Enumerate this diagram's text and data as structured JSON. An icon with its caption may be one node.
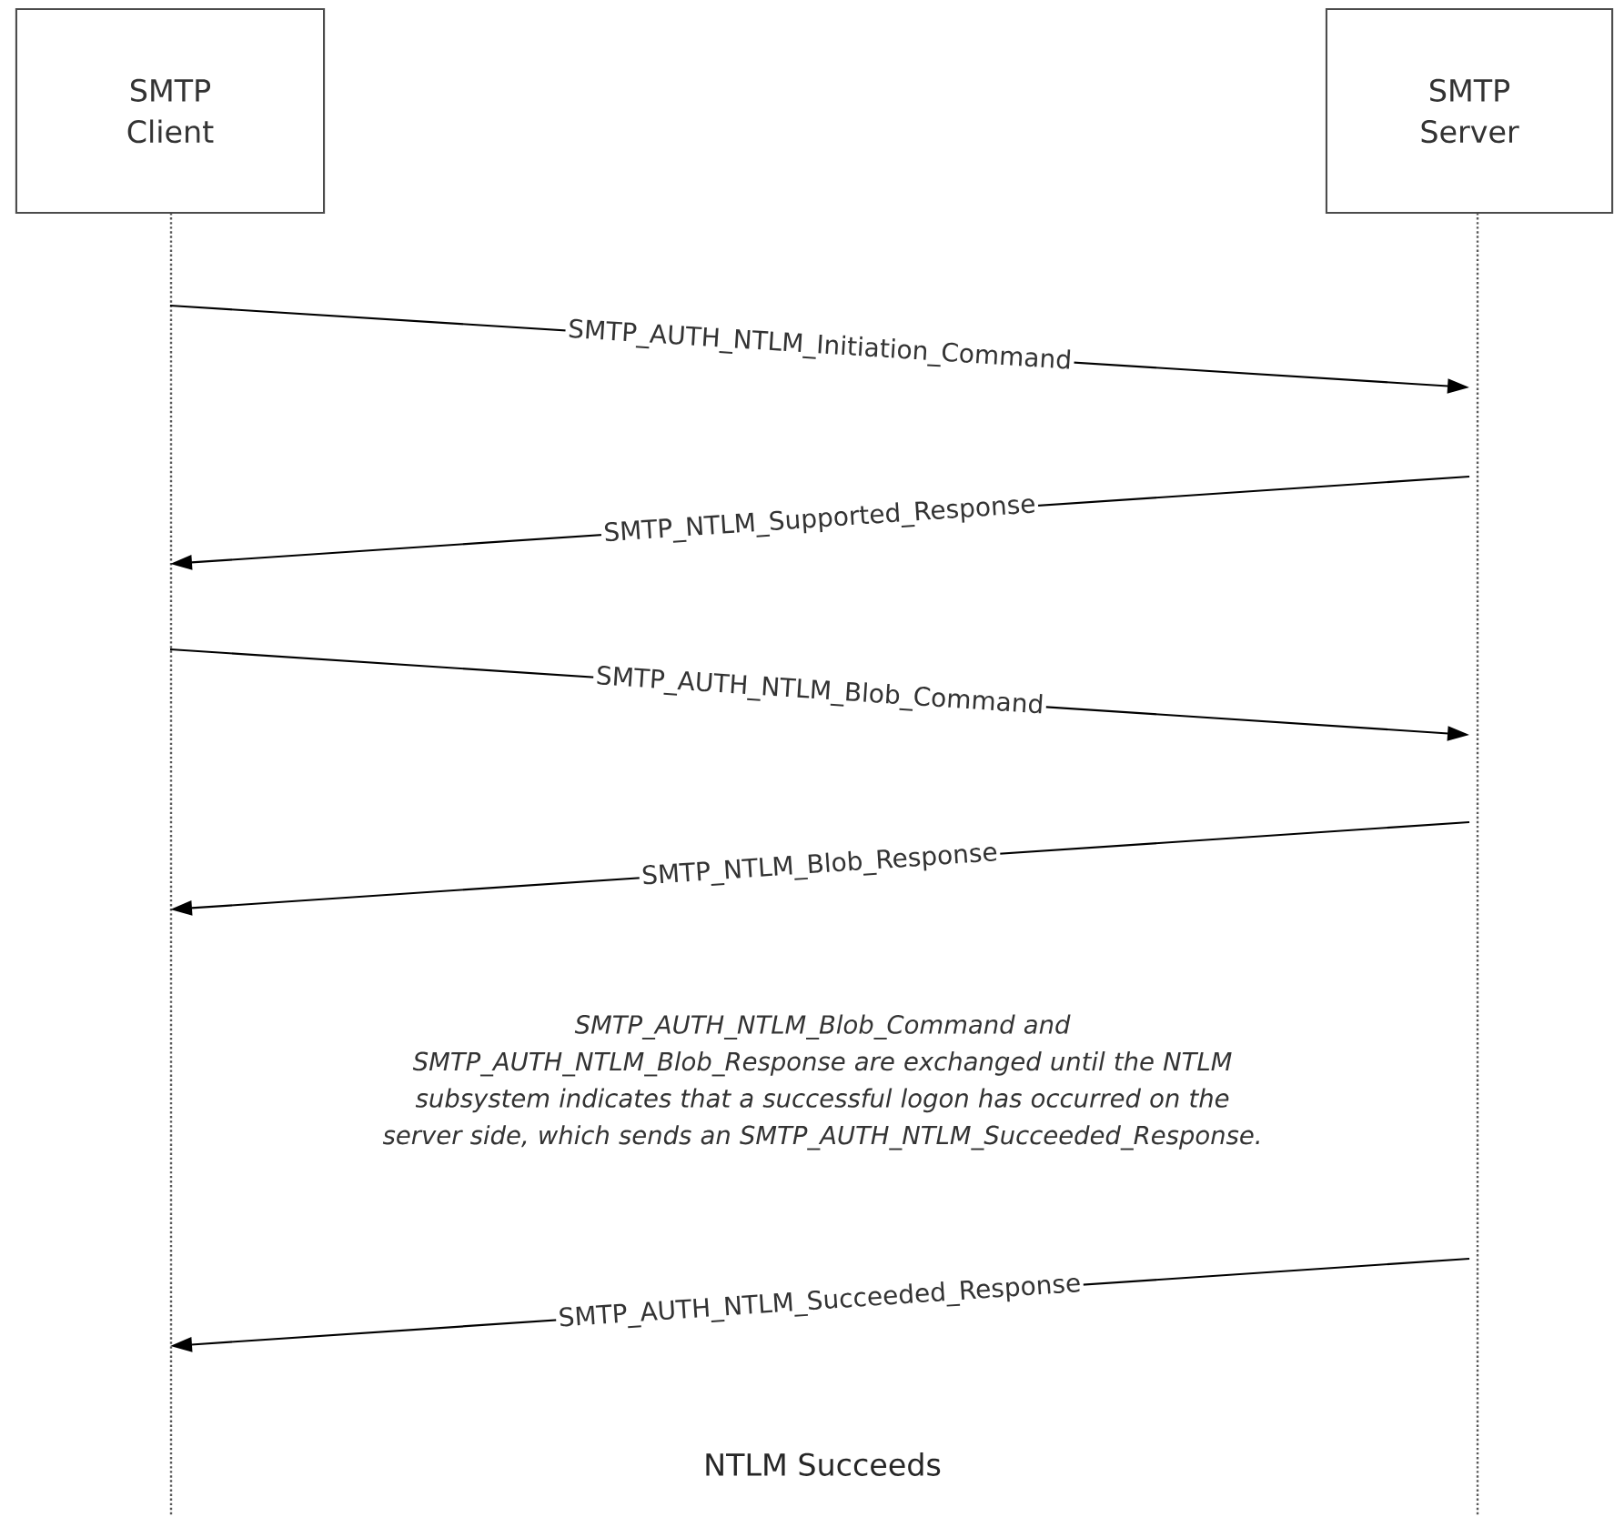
{
  "diagram": {
    "nodes": [
      {
        "text": [
          "SMTP Client"
        ]
      },
      {
        "text": [
          "SMTP Server"
        ]
      }
    ],
    "edges": [
      {
        "from": 0,
        "to": 1,
        "arrow": "to",
        "label": "SMTP_AUTH_NTLM_Initiation_Command"
      },
      {
        "from": 1,
        "to": 0,
        "arrow": "to",
        "label": "SMTP_NTLM_Supported_Response"
      },
      {
        "from": 0,
        "to": 1,
        "arrow": "to",
        "label": "SMTP_AUTH_NTLM_Blob_Command"
      },
      {
        "from": 1,
        "to": 0,
        "arrow": "to",
        "label": "SMTP_NTLM_Blob_Response"
      },
      {
        "from": 1,
        "to": 0,
        "arrow": "to",
        "label": "SMTP_AUTH_NTLM_Succeeded_Response"
      }
    ],
    "labels": [
      "SMTP_AUTH_NTLM_Blob_Command and SMTP_AUTH_NTLM_Blob_Response are exchanged until the NTLM subsystem indicates that a successful logon has occurred on the server side, which sends an SMTP_AUTH_NTLM_Succeeded_Response.",
      "NTLM Succeeds"
    ]
  }
}
